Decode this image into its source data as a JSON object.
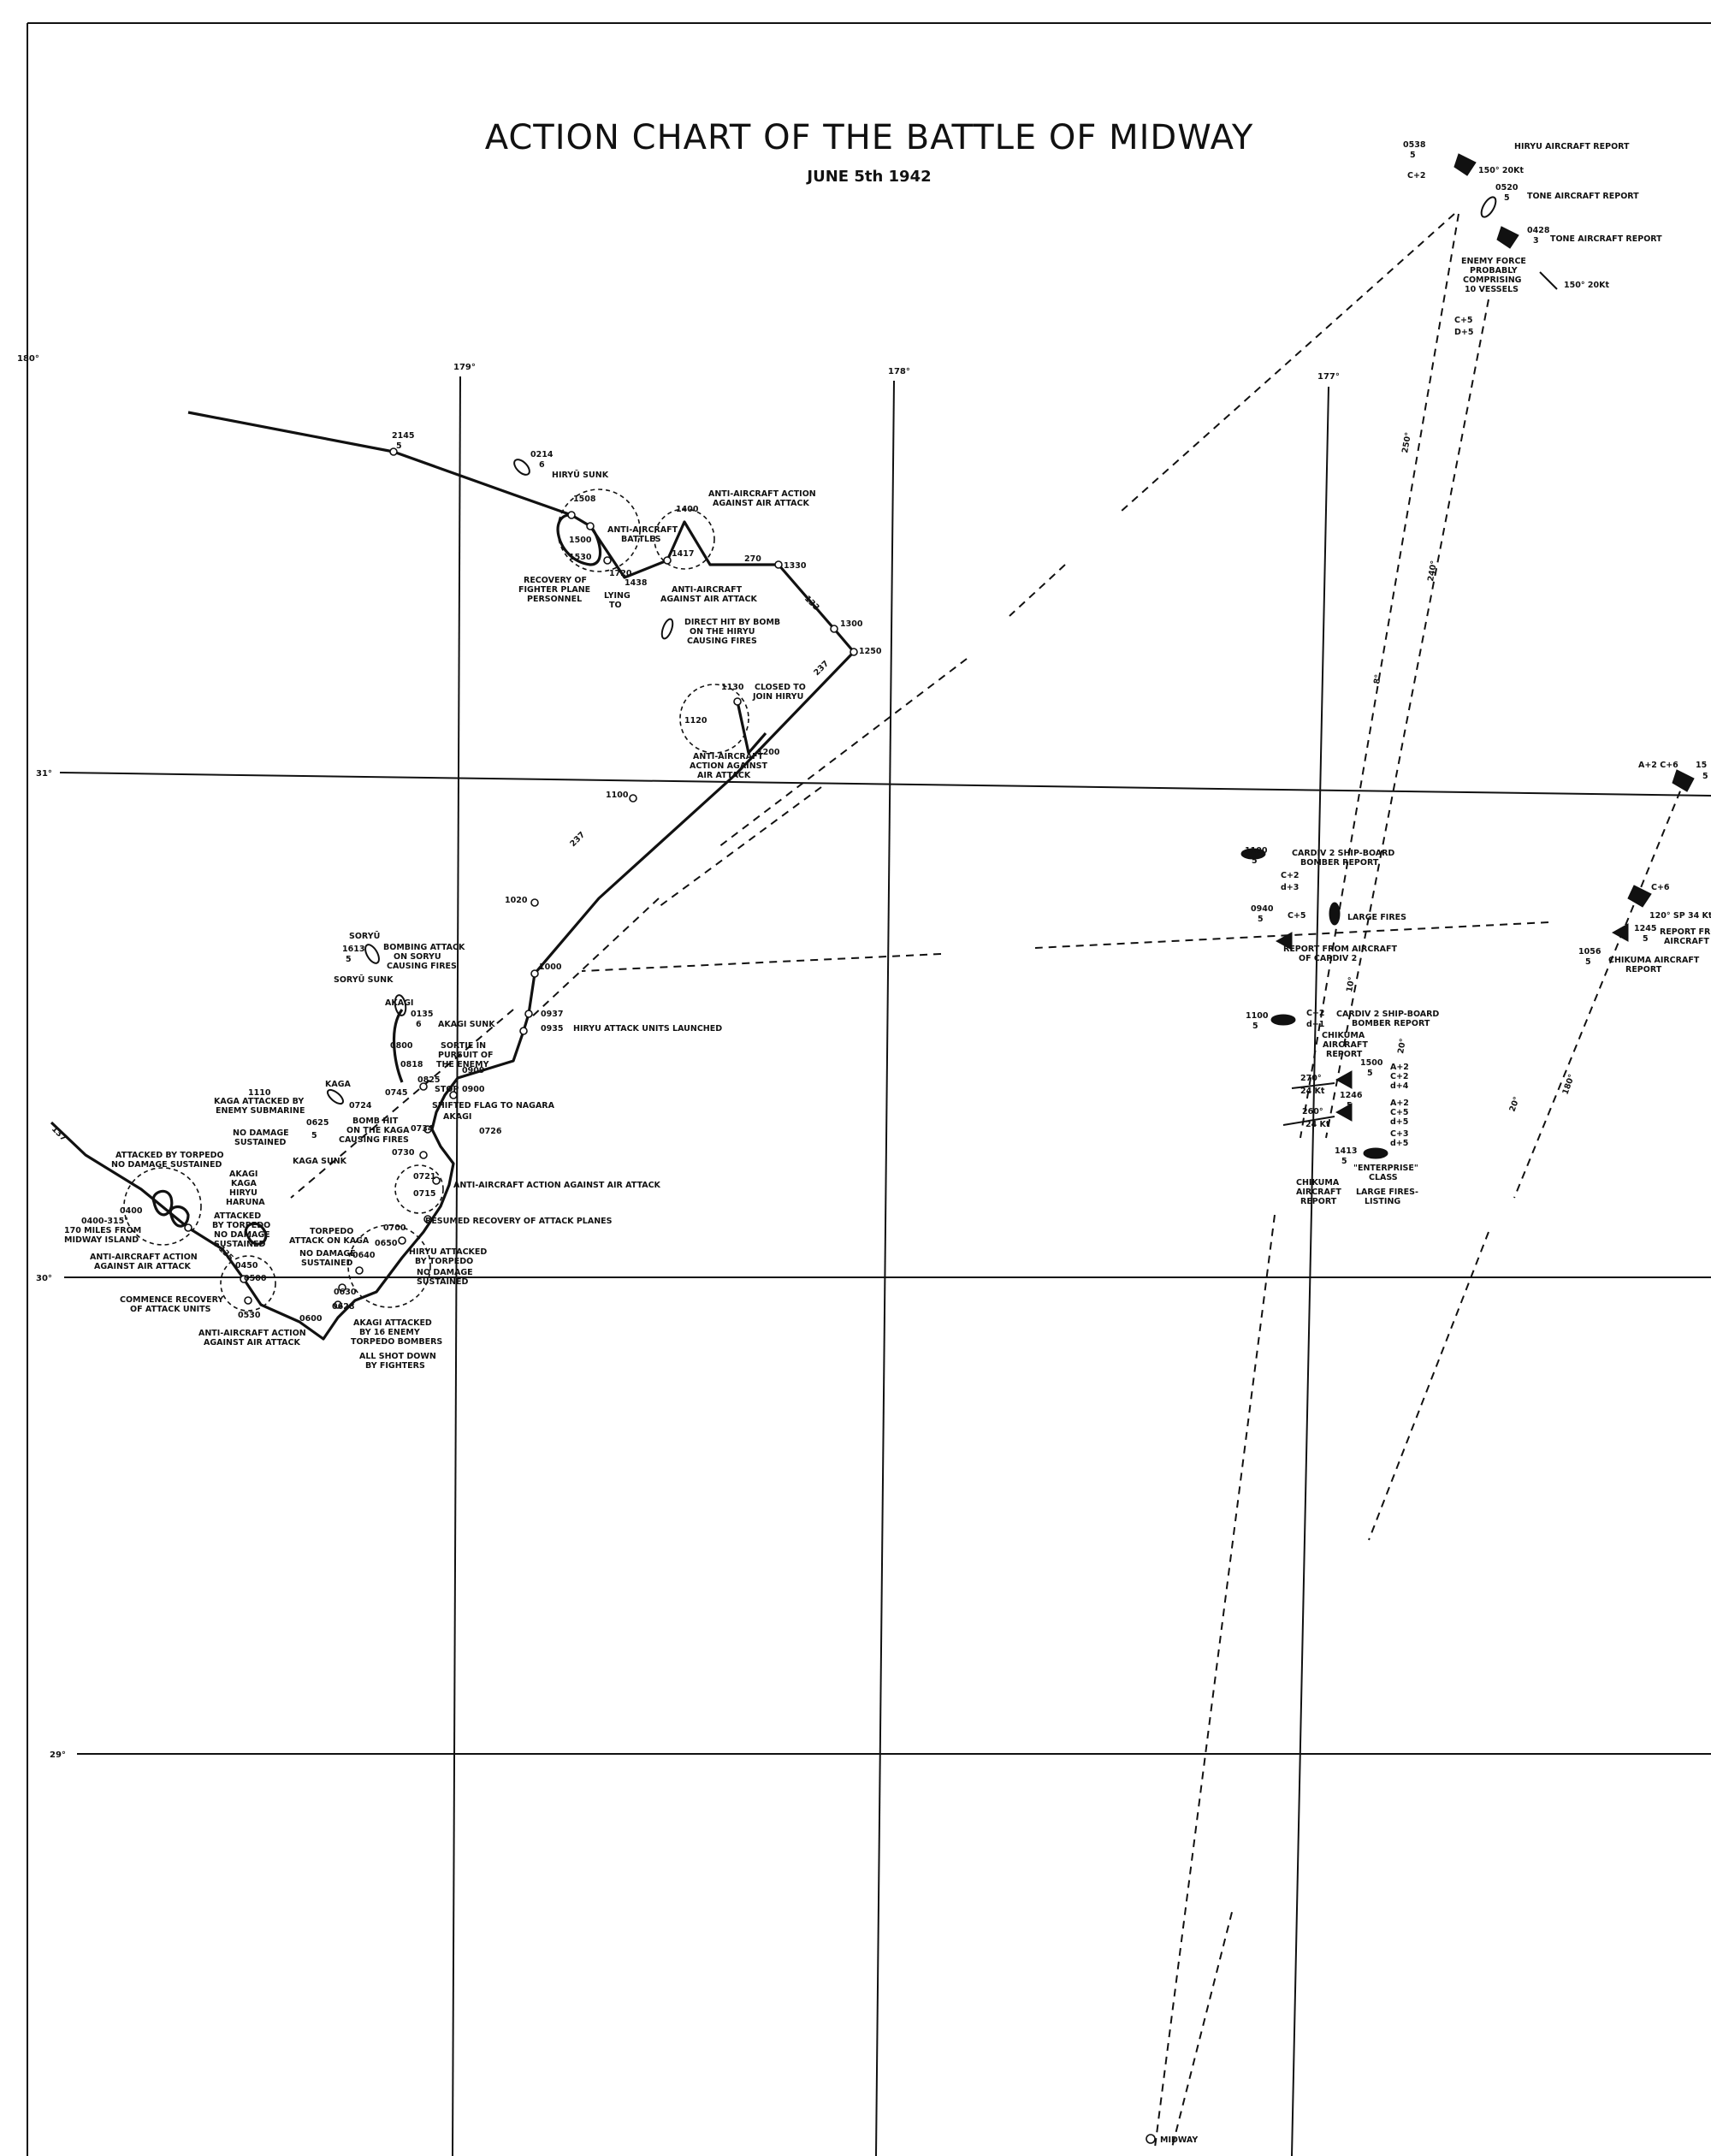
{
  "title": "ACTION CHART OF THE BATTLE OF MIDWAY",
  "subtitle": "JUNE 5th 1942",
  "grid": {
    "longitudes": [
      "180°",
      "179°",
      "178°",
      "177°"
    ],
    "latitudes": [
      "31°",
      "30°",
      "29°"
    ]
  },
  "destination": "MIDWAY",
  "track_times": {
    "t2145": "2145",
    "t0214": "0214",
    "t1508": "1508",
    "t1500": "1500",
    "t1530": "1530",
    "t1400": "1400",
    "t1417": "1417",
    "t1720": "1720",
    "t1438": "1438",
    "t1330": "1330",
    "t1300": "1300",
    "t1250": "1250",
    "t1130": "1130",
    "t1120": "1120",
    "t1200": "1200",
    "t1100": "1100",
    "t1020": "1020",
    "t1000": "1000",
    "t0937": "0937",
    "t0935": "0935",
    "t0909": "0909",
    "t0900": "0900",
    "t0818": "0818",
    "t0800": "0800",
    "t0825": "0825",
    "t0745": "0745",
    "t0734": "0734",
    "t0726": "0726",
    "t0730": "0730",
    "t0724": "0724",
    "t0721": "0721",
    "t0715": "0715",
    "t0700": "0700",
    "t0650": "0650",
    "t0640": "0640",
    "t0630": "0630",
    "t0628": "0628",
    "t0600": "0600",
    "t0530": "0530",
    "t0500": "0500",
    "t0450": "0450",
    "t0400": "0400",
    "t1110": "1110",
    "t1613": "1613",
    "t0625": "0625",
    "t0135": "0135"
  },
  "speeds": {
    "s1": "5",
    "s2": "6",
    "s3": "5",
    "s4": "5",
    "s5": "6"
  },
  "courses": {
    "c1": "270",
    "c2": "133",
    "c3": "237",
    "c4": "237",
    "c5": "137",
    "c6": "135"
  },
  "annotations": {
    "hiryu_sunk": "HIRYŪ SUNK",
    "aa_action_1": "ANTI-AIRCRAFT ACTION",
    "aa_action_1b": "AGAINST AIR ATTACK",
    "aa_battles_1": "ANTI-AIRCRAFT",
    "aa_battles_2": "BATTLES",
    "recovery_1": "RECOVERY OF",
    "recovery_2": "FIGHTER PLANE",
    "recovery_3": "PERSONNEL",
    "lying_to_1": "LYING",
    "lying_to_2": "TO",
    "aa_air_1": "ANTI-AIRCRAFT",
    "aa_air_2": "AGAINST AIR ATTACK",
    "direct_hit_1": "DIRECT HIT BY BOMB",
    "direct_hit_2": "ON THE HIRYU",
    "direct_hit_3": "CAUSING FIRES",
    "closed_1": "CLOSED TO",
    "closed_2": "JOIN HIRYU",
    "aa_1130_1": "ANTI-AIRCRAFT",
    "aa_1130_2": "ACTION AGAINST",
    "aa_1130_3": "AIR ATTACK",
    "soryu": "SORYŪ",
    "bombing_1": "BOMBING ATTACK",
    "bombing_2": "ON SORYU",
    "bombing_3": "CAUSING FIRES",
    "soryu_sunk": "SORYŪ SUNK",
    "akagi": "AKAGI",
    "akagi_sunk": "AKAGI SUNK",
    "hiryu_launch": "HIRYU ATTACK UNITS LAUNCHED",
    "sortie_1": "SORTIE IN",
    "sortie_2": "PURSUIT OF",
    "sortie_3": "THE ENEMY",
    "stop": "STOP",
    "kaga": "KAGA",
    "kaga_attacked_1": "KAGA ATTACKED BY",
    "kaga_attacked_2": "ENEMY SUBMARINE",
    "no_damage_a1": "NO DAMAGE",
    "no_damage_a2": "SUSTAINED",
    "bomb_kaga_1": "BOMB HIT",
    "bomb_kaga_2": "ON THE KAGA",
    "bomb_kaga_3": "CAUSING FIRES",
    "shifted_flag": "SHIFTED FLAG TO NAGARA",
    "akagi2": "AKAGI",
    "kaga_sunk": "KAGA SUNK",
    "aa_main": "ANTI-AIRCRAFT ACTION AGAINST AIR ATTACK",
    "resumed": "RESUMED RECOVERY OF ATTACK PLANES",
    "attacked_torpedo_1": "ATTACKED BY TORPEDO",
    "attacked_torpedo_2": "NO DAMAGE SUSTAINED",
    "carriers_1": "AKAGI",
    "carriers_2": "KAGA",
    "carriers_3": "HIRYU",
    "carriers_4": "HARUNA",
    "torp2_1": "ATTACKED",
    "torp2_2": "BY TORPEDO",
    "torp2_3": "NO DAMAGE",
    "torp2_4": "SUSTAINED",
    "pos_1": "0400-315°",
    "pos_2": "170 MILES FROM",
    "pos_3": "MIDWAY ISLAND",
    "aa_0500_1": "ANTI-AIRCRAFT ACTION",
    "aa_0500_2": "AGAINST AIR ATTACK",
    "commence_1": "COMMENCE RECOVERY",
    "commence_2": "OF ATTACK UNITS",
    "aa_0530_1": "ANTI-AIRCRAFT ACTION",
    "aa_0530_2": "AGAINST AIR ATTACK",
    "torpedo_kaga_1": "TORPEDO",
    "torpedo_kaga_2": "ATTACK ON KAGA",
    "no_damage_b1": "NO DAMAGE",
    "no_damage_b2": "SUSTAINED",
    "hiryu_torp_1": "HIRYU ATTACKED",
    "hiryu_torp_2": "BY TORPEDO",
    "hiryu_torp_3": "NO DAMAGE",
    "hiryu_torp_4": "SUSTAINED",
    "akagi_att_1": "AKAGI ATTACKED",
    "akagi_att_2": "BY 16 ENEMY",
    "akagi_att_3": "TORPEDO BOMBERS",
    "shot_down_1": "ALL SHOT DOWN",
    "shot_down_2": "BY FIGHTERS"
  },
  "reports": {
    "r0538_time": "0538",
    "r0538_spd": "5",
    "r0538_comp": "C+2",
    "hiryu_report": "HIRYU AIRCRAFT REPORT",
    "hiryu_report_bearing": "150° 20Kt",
    "r0520_time": "0520",
    "r0520_spd": "5",
    "tone_report_1": "TONE AIRCRAFT REPORT",
    "r0428_time": "0428",
    "r0428_spd": "3",
    "tone_report_2": "TONE AIRCRAFT REPORT",
    "enemy_1": "ENEMY FORCE",
    "enemy_2": "PROBABLY",
    "enemy_3": "COMPRISING",
    "enemy_4": "10 VESSELS",
    "enemy_bearing": "150° 20Kt",
    "cd_1": "C+5",
    "cd_2": "D+5",
    "brg_250": "250°",
    "brg_240": "240°",
    "brg_8": "8°",
    "r1100_time": "1100",
    "r1100_spd": "5",
    "cardiv_1a": "CARDIV 2 SHIP-BOARD",
    "cardiv_1b": "BOMBER REPORT",
    "cd_3": "C+2",
    "cd_4": "d+3",
    "r0940_time": "0940",
    "r0940_spd": "5",
    "cd_5": "C+5",
    "large_fires": "LARGE FIRES",
    "rep_cardiv_1": "REPORT FROM AIRCRAFT",
    "rep_cardiv_2": "OF CARDIV 2",
    "r1100b_time": "1100",
    "r1100b_spd": "5",
    "cd_6": "C+2",
    "cd_7": "d+1",
    "cardiv_2a": "CARDIV 2 SHIP-BOARD",
    "cardiv_2b": "BOMBER REPORT",
    "chikuma_1": "CHIKUMA",
    "chikuma_2": "AIRCRAFT",
    "chikuma_3": "REPORT",
    "r1500_time": "1500",
    "r1500_spd": "5",
    "cd_8": "A+2",
    "cd_9": "C+2",
    "cd_10": "d+4",
    "brg_270": "270°",
    "kt_24a": "24 Kt",
    "brg_260": "260°",
    "kt_24b": "24 Kt",
    "r1246_time": "1246",
    "r1246_spd": "5",
    "cd_11": "A+2",
    "cd_12": "C+5",
    "cd_13": "d+5",
    "cd_14": "C+3",
    "cd_15": "d+5",
    "r1413_time": "1413",
    "r1413_spd": "5",
    "ent_1": "\"ENTERPRISE\"",
    "ent_2": "CLASS",
    "ent_3": "LARGE FIRES-",
    "ent_4": "LISTING",
    "chik2_1": "CHIKUMA",
    "chik2_2": "AIRCRAFT",
    "chik2_3": "REPORT",
    "brg_10": "10°",
    "ac6_1": "A+2  C+6",
    "r15x": "15",
    "r15x_spd": "5",
    "c6": "C+6",
    "sp_1": "120° SP 34 Kt",
    "r1245_time": "1245",
    "r1245_spd": "5",
    "rep_pr_1": "REPORT FRO",
    "rep_pr_2": "AIRCRAFT",
    "r1056_time": "1056",
    "r1056_spd": "5",
    "chik3_1": "CHIKUMA AIRCRAFT",
    "chik3_2": "REPORT",
    "brg_20a": "20°",
    "brg_20b": "20°",
    "brg_180": "180°"
  }
}
